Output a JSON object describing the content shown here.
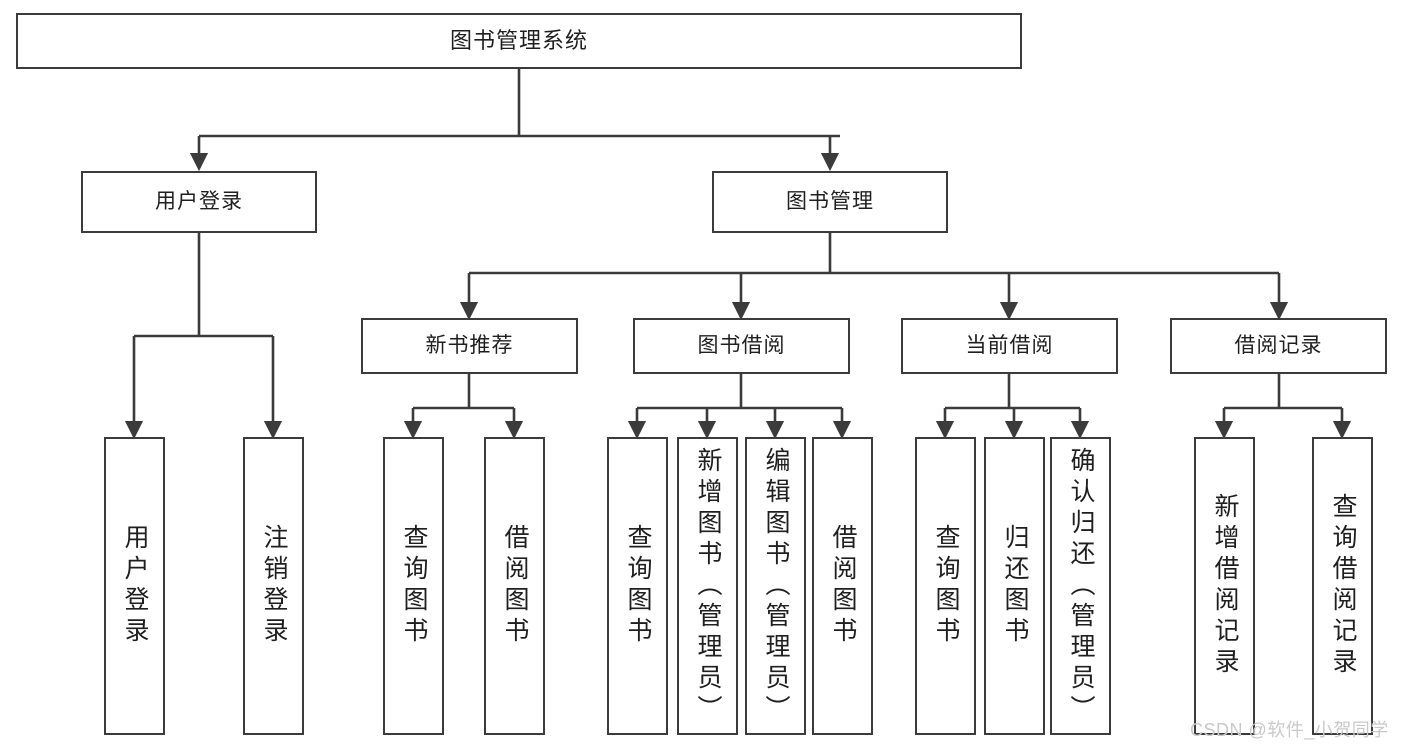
{
  "diagram": {
    "type": "tree",
    "title": "图书管理系统",
    "orientation": "top-down",
    "colors": {
      "stroke": "#3b3b3b",
      "fill": "#ffffff",
      "text": "#1f1f1f",
      "watermark": "#c9c9c9"
    },
    "nodes": {
      "root": {
        "label": "图书管理系统"
      },
      "level2": [
        {
          "label": "用户登录"
        },
        {
          "label": "图书管理"
        }
      ],
      "level3": [
        {
          "label": "新书推荐"
        },
        {
          "label": "图书借阅"
        },
        {
          "label": "当前借阅"
        },
        {
          "label": "借阅记录"
        }
      ],
      "leaves": {
        "user_login": [
          {
            "label": "用户登录"
          },
          {
            "label": "注销登录"
          }
        ],
        "new_book_recommend": [
          {
            "label": "查询图书"
          },
          {
            "label": "借阅图书"
          }
        ],
        "book_borrow": [
          {
            "label": "查询图书"
          },
          {
            "label": "新增图书（管理员）"
          },
          {
            "label": "编辑图书（管理员）"
          },
          {
            "label": "借阅图书"
          }
        ],
        "current_borrow": [
          {
            "label": "查询图书"
          },
          {
            "label": "归还图书"
          },
          {
            "label": "确认归还（管理员）"
          }
        ],
        "borrow_record": [
          {
            "label": "新增借阅记录"
          },
          {
            "label": "查询借阅记录"
          }
        ]
      }
    }
  },
  "watermark": {
    "text": "CSDN @软件_小贺同学"
  }
}
